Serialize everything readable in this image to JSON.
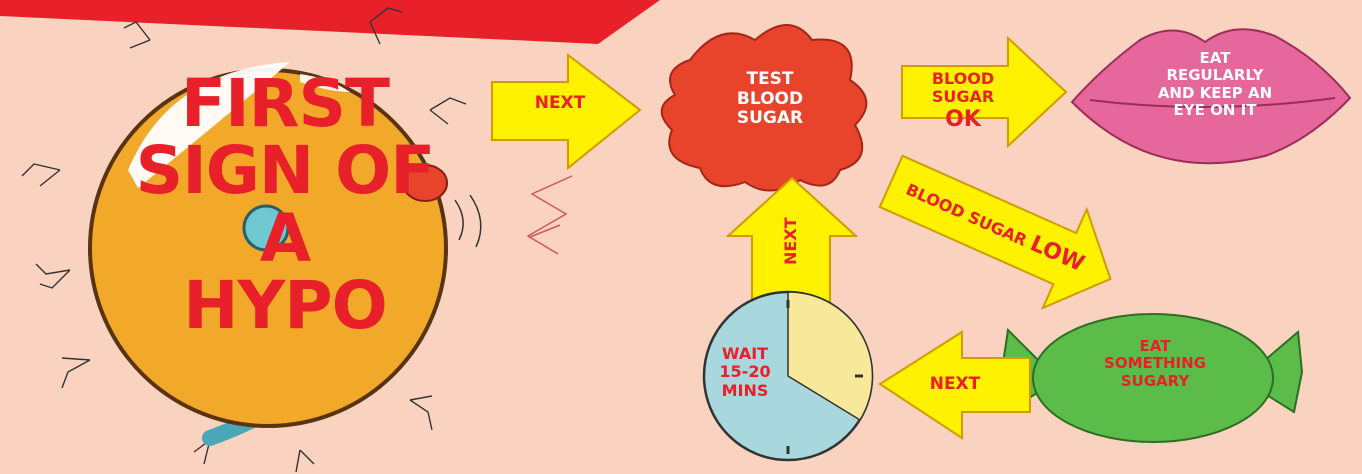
{
  "title_lines": [
    "FIRST",
    "SIGN OF",
    "A",
    "HYPO"
  ],
  "arrows": {
    "next_1": "NEXT",
    "ok_line1": "BLOOD SUGAR",
    "ok_line2": "OK",
    "low_part1": "BLOOD SUGAR",
    "low_part2": "LOW",
    "next_up": "NEXT",
    "next_left": "NEXT"
  },
  "nodes": {
    "test": [
      "TEST",
      "BLOOD",
      "SUGAR"
    ],
    "eat_regularly": [
      "EAT",
      "REGULARLY",
      "AND KEEP AN",
      "EYE ON IT"
    ],
    "eat_sugary": [
      "EAT",
      "SOMETHING",
      "SUGARY"
    ],
    "wait": [
      "WAIT",
      "15-20",
      "MINS"
    ]
  },
  "colors": {
    "background": "#f9d3c0",
    "red": "#e8202a",
    "arrow_yellow": "#fff200",
    "bell_orange": "#f2a92a",
    "splat": "#e8442c",
    "lips": "#e5679c",
    "candy": "#5cbc4a",
    "clock_blue": "#a8d8de",
    "clock_yellow": "#f7e89a"
  },
  "icons": [
    "alarm-bell-icon",
    "paint-splat-icon",
    "lips-icon",
    "sweet-candy-icon",
    "clock-icon"
  ]
}
